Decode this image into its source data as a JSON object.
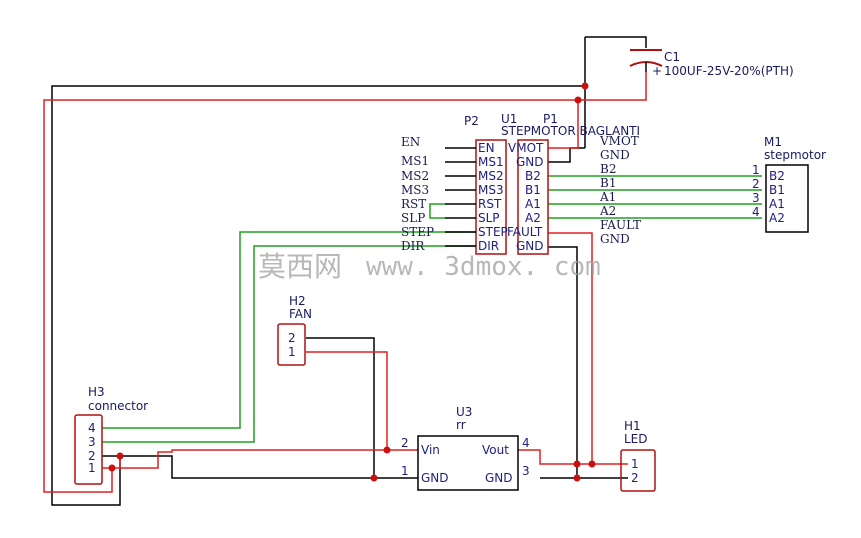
{
  "components": {
    "c1": {
      "designator": "C1",
      "value": "100UF-25V-20%(PTH)",
      "polarity": "+"
    },
    "u1": {
      "designator": "U1",
      "value": "STEPMOTOR BAGLANTI",
      "left_pins": [
        "EN",
        "MS1",
        "MS2",
        "MS3",
        "RST",
        "SLP",
        "STEP",
        "DIR"
      ],
      "right_pins": [
        "VMOT",
        "GND",
        "B2",
        "B1",
        "A1",
        "A2",
        "FAULT",
        "GND"
      ]
    },
    "p1": {
      "designator": "P1"
    },
    "p2": {
      "designator": "P2"
    },
    "m1": {
      "designator": "M1",
      "value": "stepmotor",
      "pins": [
        "B2",
        "B1",
        "A1",
        "A2"
      ],
      "pin_numbers": [
        "1",
        "2",
        "3",
        "4"
      ]
    },
    "h1": {
      "designator": "H1",
      "value": "LED",
      "pin_numbers": [
        "1",
        "2"
      ]
    },
    "h2": {
      "designator": "H2",
      "value": "FAN",
      "pin_numbers": [
        "2",
        "1"
      ]
    },
    "h3": {
      "designator": "H3",
      "value": "connector",
      "pin_numbers": [
        "4",
        "3",
        "2",
        "1"
      ]
    },
    "u3": {
      "designator": "U3",
      "value": "rr",
      "pins": {
        "vin": "Vin",
        "gnd_left": "GND",
        "vout": "Vout",
        "gnd_right": "GND"
      },
      "pin_numbers": {
        "vin": "2",
        "gnd_left": "1",
        "vout": "4",
        "gnd_right": "3"
      }
    }
  },
  "net_labels": {
    "left": [
      "EN",
      "MS1",
      "MS2",
      "MS3",
      "RST",
      "SLP",
      "STEP",
      "DIR"
    ],
    "right": [
      "VMOT",
      "GND",
      "B2",
      "B1",
      "A1",
      "A2",
      "FAULT",
      "GND"
    ]
  },
  "watermark": {
    "chinese": "莫西网",
    "url": "www. 3dmox. com"
  },
  "colors": {
    "power_wire": "#e02020",
    "ground_wire": "#000000",
    "signal_wire": "#20a020",
    "junction": "#cc1010",
    "component_outline": "#b01010",
    "pin_line": "#000000",
    "background": "#ffffff"
  }
}
